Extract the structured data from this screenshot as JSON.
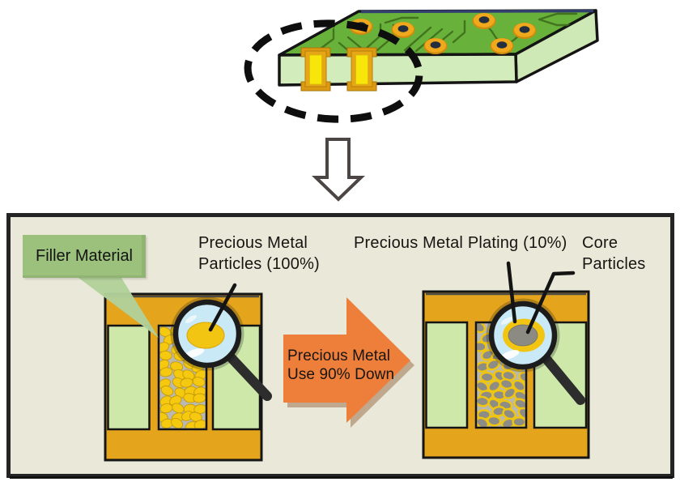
{
  "figure": {
    "filler_callout_label": "Filler Material",
    "left_diagram_label": "Precious Metal\nParticles (100%)",
    "right_plating_label": "Precious Metal Plating (10%)",
    "right_core_label": "Core\nParticles",
    "transition_arrow_label": "Precious Metal\nUse 90% Down"
  },
  "icons": {
    "magnifier_left": "magnifying-glass-icon",
    "magnifier_right": "magnifying-glass-icon",
    "down_arrow": "down-arrow-icon",
    "via_highlight": "dashed-ellipse-highlight"
  },
  "colors": {
    "pcb_top_green": "#68b23c",
    "pcb_side_green": "#cfe9b6",
    "trace_olive": "#3f6e1c",
    "pad_orange": "#f0a81c",
    "via_yellow": "#f8e50a",
    "copper_orange": "#e4a41c",
    "filler_callout_green": "#9cc17d",
    "block_green": "#cde8a9",
    "slot_gray": "#b9b9b1",
    "particle_yellow": "#f4c90f",
    "particle_core_gray": "#8d8d85",
    "lens_blue": "#c9e9f6",
    "arrow_orange": "#ee7f3b",
    "panel_background": "#e9e8d9"
  }
}
